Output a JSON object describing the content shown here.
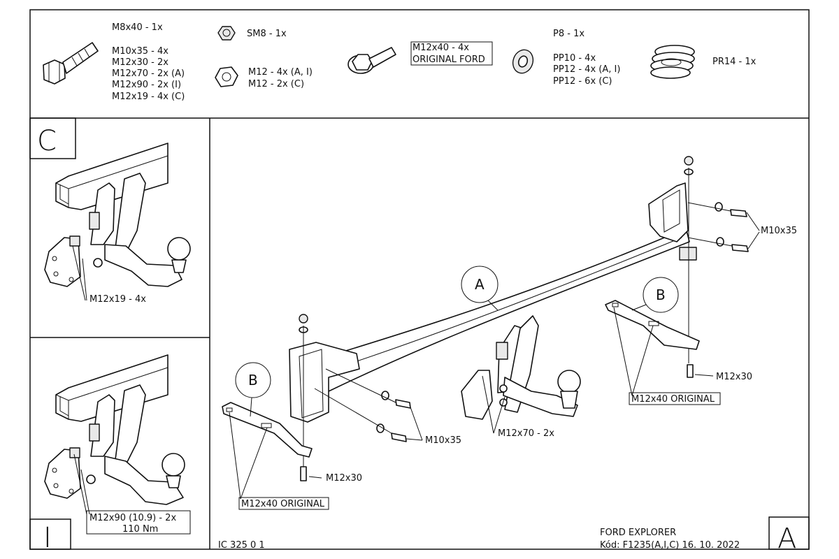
{
  "parts_list": {
    "bolt": {
      "lines": [
        "M8x40 - 1x",
        "M10x35 - 4x",
        "M12x30 - 2x",
        "M12x70 - 2x (A)",
        "M12x90 - 2x (I)",
        "M12x19 - 4x (C)"
      ]
    },
    "sm_nut": {
      "label": "SM8 - 1x"
    },
    "nut": {
      "lines": [
        "M12 - 4x (A, I)",
        "M12 - 2x (C)"
      ]
    },
    "flange_bolt": {
      "lines": [
        "M12x40 - 4x",
        "ORIGINAL FORD"
      ]
    },
    "washer": {
      "lines": [
        "P8 - 1x",
        "PP10 - 4x",
        "PP12 - 4x (A, I)",
        "PP12 - 6x (C)"
      ]
    },
    "spring_washer": {
      "label": "PR14 - 1x"
    }
  },
  "panels": {
    "c": {
      "letter": "C",
      "callout": "M12x19 - 4x"
    },
    "i": {
      "letter": "I",
      "callout_lines": [
        "M12x90 (10.9) - 2x",
        "110 Nm"
      ]
    },
    "a": {
      "letter": "A"
    }
  },
  "main": {
    "callout_a": "A",
    "callout_b1": "B",
    "callout_b2": "B",
    "labels": {
      "m10x35_right": "M10x35",
      "m12x30_right": "M12x30",
      "m12x40_right": "M12x40 ORIGINAL",
      "m10x35_center": "M10x35",
      "m12x70": "M12x70 - 2x",
      "m12x30_left": "M12x30",
      "m12x40_left": "M12x40 ORIGINAL"
    }
  },
  "footer": {
    "doc_code": "IC 325 0 1",
    "model": "FORD EXPLORER",
    "code_line": "Kód: F1235(A,I,C)  16. 10. 2022"
  }
}
